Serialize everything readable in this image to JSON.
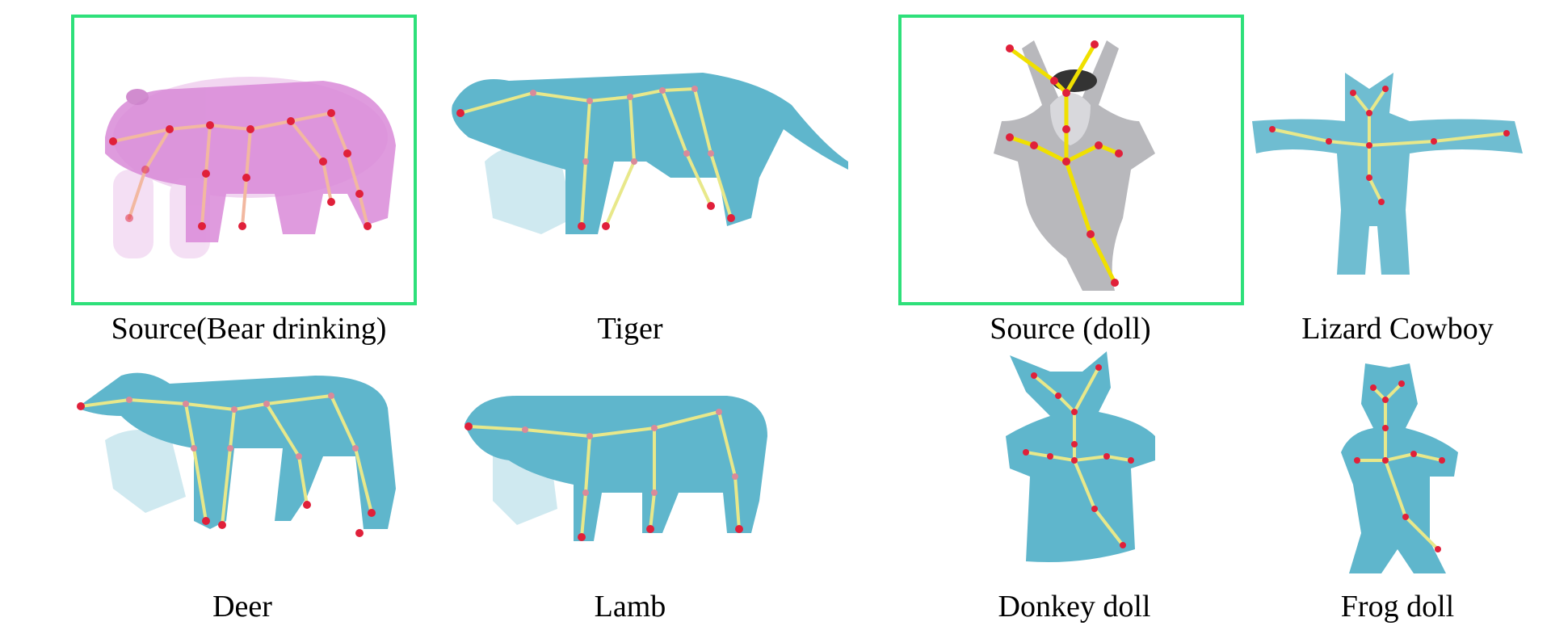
{
  "figure": {
    "captions": {
      "bear": "Source(Bear drinking)",
      "tiger": "Tiger",
      "doll": "Source (doll)",
      "lizard": "Lizard Cowboy",
      "deer": "Deer",
      "lamb": "Lamb",
      "donkey": "Donkey doll",
      "frog": "Frog doll"
    },
    "colors": {
      "source_mesh": "#d98ad8",
      "target_mesh": "#5fb6cc",
      "bone": "#e8e88a",
      "joint": "#e0203a",
      "frame": "#2ee07a"
    }
  }
}
